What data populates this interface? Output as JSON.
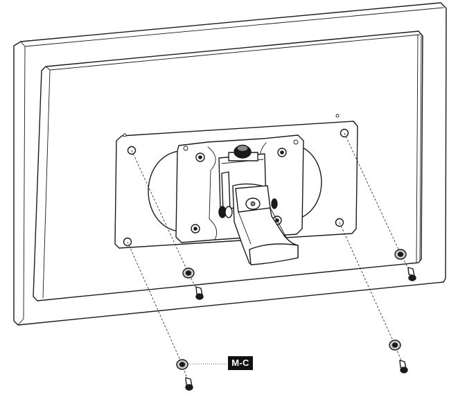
{
  "callout": {
    "part_code": "M-C"
  },
  "icons": {
    "monitor": "monitor-back-panel",
    "mount": "vesa-mount-bracket",
    "washer": "washer-icon",
    "screw": "screw-icon"
  }
}
